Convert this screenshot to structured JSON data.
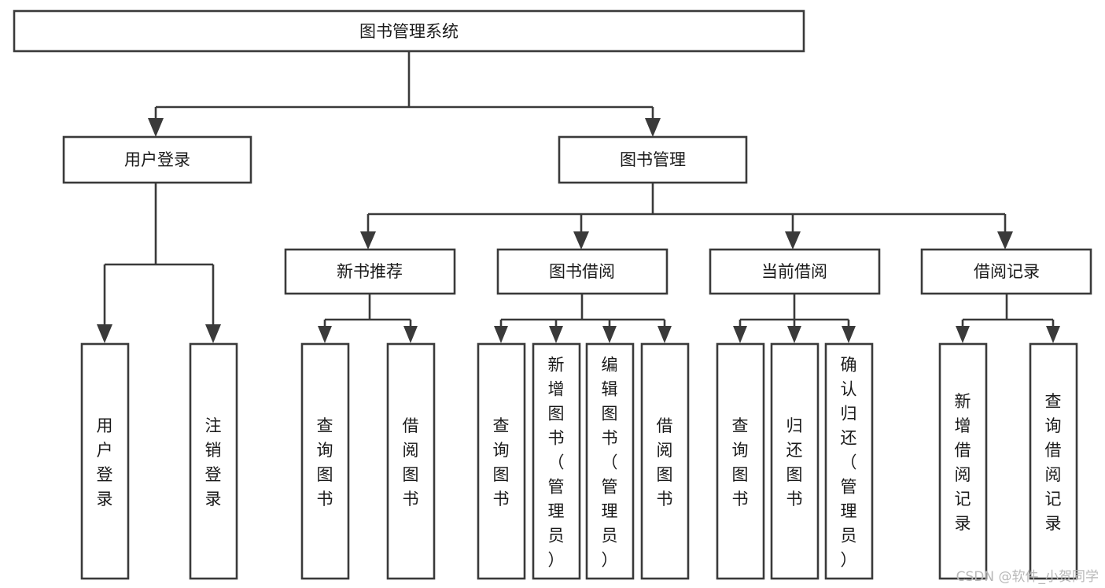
{
  "diagram": {
    "type": "tree-hierarchy",
    "title": "图书管理系统",
    "root": {
      "label": "图书管理系统"
    },
    "level1": [
      {
        "id": "user-login",
        "label": "用户登录"
      },
      {
        "id": "book-manage",
        "label": "图书管理"
      }
    ],
    "level2": [
      {
        "id": "new-book-recommend",
        "label": "新书推荐",
        "parent": "book-manage"
      },
      {
        "id": "book-borrow",
        "label": "图书借阅",
        "parent": "book-manage"
      },
      {
        "id": "current-borrow",
        "label": "当前借阅",
        "parent": "book-manage"
      },
      {
        "id": "borrow-record",
        "label": "借阅记录",
        "parent": "book-manage"
      }
    ],
    "leaves": [
      {
        "id": "leaf-user-login",
        "label": "用户登录",
        "parent": "user-login"
      },
      {
        "id": "leaf-logout-login",
        "label": "注销登录",
        "parent": "user-login"
      },
      {
        "id": "leaf-query-book-1",
        "label": "查询图书",
        "parent": "new-book-recommend"
      },
      {
        "id": "leaf-borrow-book-1",
        "label": "借阅图书",
        "parent": "new-book-recommend"
      },
      {
        "id": "leaf-query-book-2",
        "label": "查询图书",
        "parent": "book-borrow"
      },
      {
        "id": "leaf-add-book",
        "label": "新增图书（管理员）",
        "parent": "book-borrow"
      },
      {
        "id": "leaf-edit-book",
        "label": "编辑图书（管理员）",
        "parent": "book-borrow"
      },
      {
        "id": "leaf-borrow-book-2",
        "label": "借阅图书",
        "parent": "book-borrow"
      },
      {
        "id": "leaf-query-book-3",
        "label": "查询图书",
        "parent": "current-borrow"
      },
      {
        "id": "leaf-return-book",
        "label": "归还图书",
        "parent": "current-borrow"
      },
      {
        "id": "leaf-confirm-return",
        "label": "确认归还（管理员）",
        "parent": "current-borrow"
      },
      {
        "id": "leaf-add-record",
        "label": "新增借阅记录",
        "parent": "borrow-record"
      },
      {
        "id": "leaf-query-record",
        "label": "查询借阅记录",
        "parent": "borrow-record"
      }
    ],
    "colors": {
      "stroke": "#3a3a3a",
      "fill": "#ffffff",
      "text": "#1a1a1a",
      "background": "#ffffff",
      "watermark": "#b8b8b8"
    }
  },
  "watermark": {
    "label": "CSDN @软件_小贺同学"
  }
}
